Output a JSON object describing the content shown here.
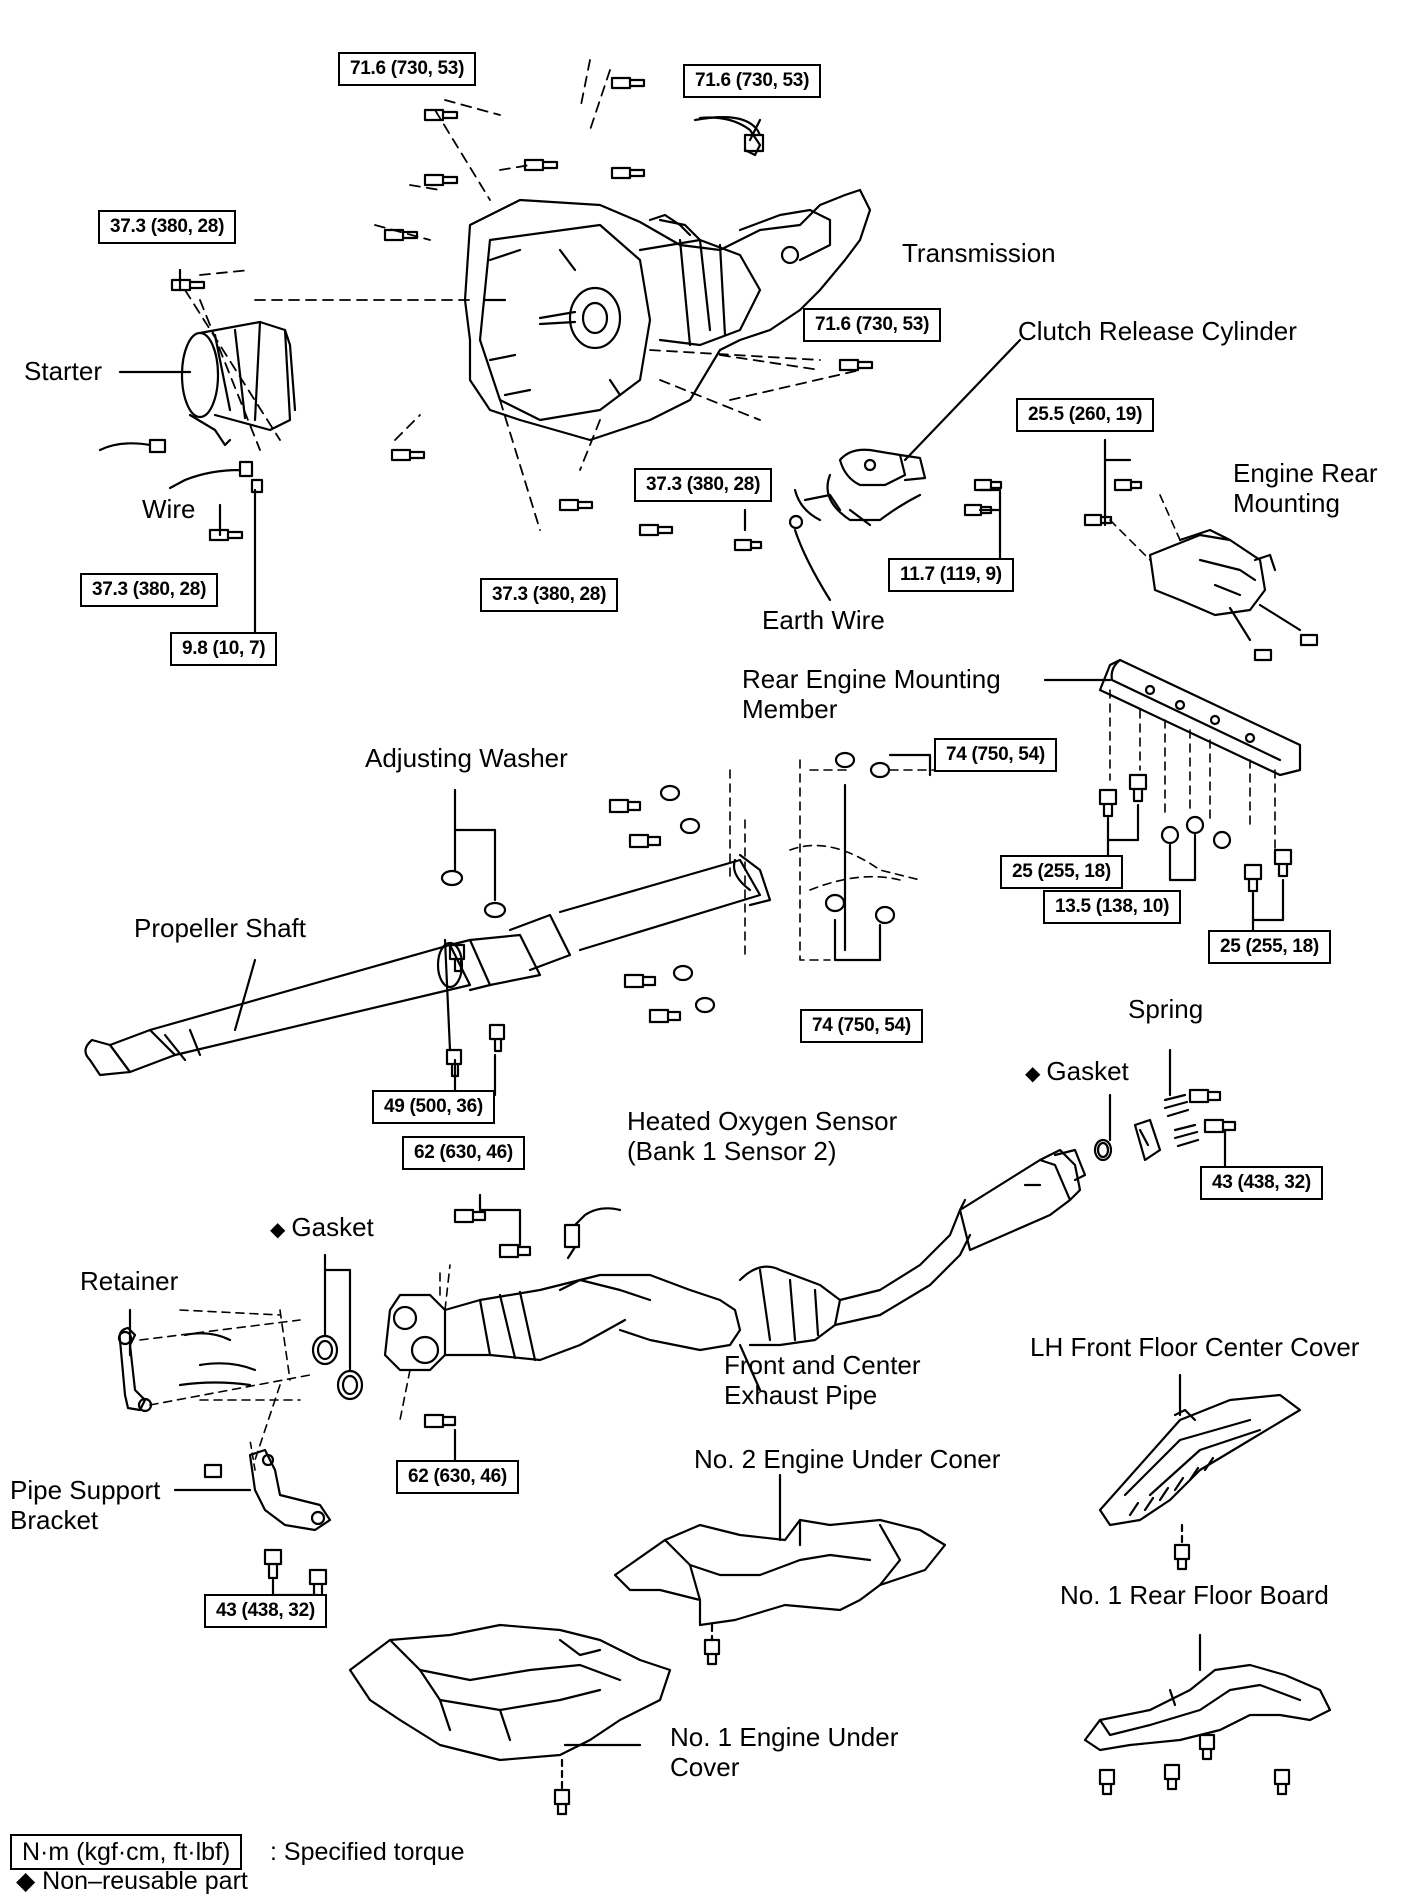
{
  "labels": {
    "transmission": "Transmission",
    "starter": "Starter",
    "clutch_release_cylinder": "Clutch Release Cylinder",
    "engine_rear_mounting_1": "Engine Rear",
    "engine_rear_mounting_2": "Mounting",
    "wire": "Wire",
    "earth_wire": "Earth Wire",
    "rear_engine_mounting_member_1": "Rear Engine Mounting",
    "rear_engine_mounting_member_2": "Member",
    "adjusting_washer": "Adjusting Washer",
    "propeller_shaft": "Propeller Shaft",
    "spring": "Spring",
    "gasket_upper": "Gasket",
    "heated_oxygen_sensor_1": "Heated Oxygen Sensor",
    "heated_oxygen_sensor_2": "(Bank 1 Sensor 2)",
    "gasket_lower": "Gasket",
    "retainer": "Retainer",
    "front_center_exhaust_1": "Front and Center",
    "front_center_exhaust_2": "Exhaust Pipe",
    "lh_front_floor_center_cover": "LH Front Floor Center Cover",
    "no2_engine_under_cover": "No. 2 Engine Under Coner",
    "pipe_support_bracket_1": "Pipe Support",
    "pipe_support_bracket_2": "Bracket",
    "no1_rear_floor_board": "No. 1 Rear Floor Board",
    "no1_engine_under_cover_1": "No. 1 Engine Under",
    "no1_engine_under_cover_2": "Cover"
  },
  "torques": {
    "t1": "71.6 (730, 53)",
    "t2": "71.6 (730, 53)",
    "t3": "37.3 (380, 28)",
    "t4": "71.6 (730, 53)",
    "t5": "25.5 (260, 19)",
    "t6": "37.3 (380, 28)",
    "t7": "37.3 (380, 28)",
    "t8": "37.3 (380, 28)",
    "t9": "11.7 (119, 9)",
    "t10": "9.8 (10, 7)",
    "t11": "74 (750, 54)",
    "t12": "25 (255, 18)",
    "t13": "13.5 (138, 10)",
    "t14": "25 (255, 18)",
    "t15": "74 (750, 54)",
    "t16": "49 (500, 36)",
    "t17": "62 (630, 46)",
    "t18": "43 (438, 32)",
    "t19": "62 (630, 46)",
    "t20": "43 (438, 32)"
  },
  "legend": {
    "unit_box": "N·m (kgf·cm, ft·lbf)",
    "unit_desc": ": Specified torque",
    "non_reusable": "◆ Non–reusable part",
    "diamond": "◆"
  }
}
